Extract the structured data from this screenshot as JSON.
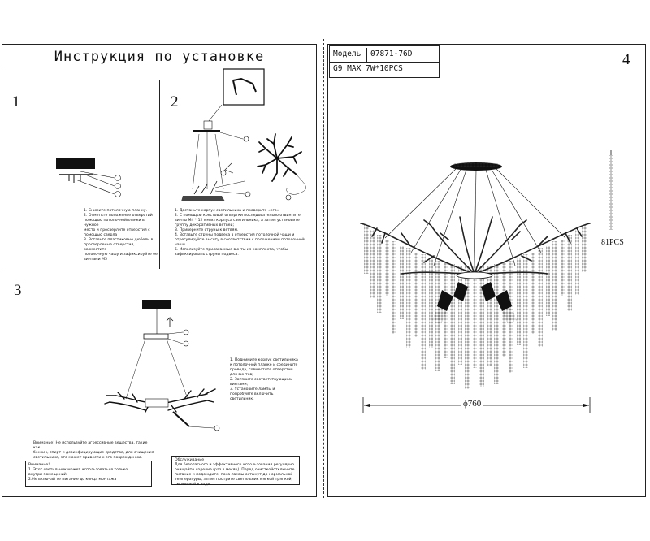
{
  "left": {
    "title": "Инструкция по установке",
    "steps": {
      "s1": {
        "number": "1",
        "lines": [
          "1. Снимите потолочную планку.",
          "2. Отметьте положение отверстий",
          "помощью потолочнойпланки в нужное",
          "место и просверлите отверстия с",
          "помощью сверла",
          "3. Вставьте пластиковые дюбели в",
          "просверленые отверстия, разместите",
          "потолочную чашу и зафиксируйте ее",
          "винтами M5"
        ]
      },
      "s2": {
        "number": "2",
        "lines": [
          "1. Достаньте корпус светильника и проверьте «его»",
          "2. С помощью крестовой отвертки последовательно отвинтите",
          "винты M4 * 12 мм из корпуса светильника, а затем установите",
          "группу декоративных ветвей;",
          "3. Приверните струны к ветвям.",
          "4. Вставьте струны подвеса в отверстия потолочной чаши и",
          "отрегулируйте высоту в соответствии с положением потолочной",
          "чаши.",
          "5. Используйте прилагаемые винты из комплекта, чтобы",
          "зафиксировать струны подвеса."
        ]
      },
      "s3": {
        "number": "3",
        "lines": [
          "1. Поднимите корпус светильника",
          "к потолочной планке и соедините",
          "провода, совместите отверстия",
          "для винтов;",
          "2. Затяните соответствующими",
          "винтами;",
          "3. Установите лампы и",
          "попробуйте включить",
          "светильник."
        ],
        "warning_lines": [
          "Внимание! Не используйте агрессивные вещества, такие как",
          "бензин, спирт и дезинфицирующие средства, для очищения",
          "светильника, это может привести к его повреждению."
        ],
        "attention": {
          "title": "Внимание!",
          "lines": [
            "1. Этот светильник может использоваться только",
            "внутри помещений.",
            "2.Не включай те питание до конца монтажа"
          ]
        },
        "service": {
          "title": "Обслуживание",
          "lines": [
            "Для безопасного и эффективного использования регулярно",
            "очищайте изделие (раз в месяц). Перед очисткойотключите",
            "питание и подождите, пока лампы остынут до нормальной",
            "температуры, затем протрите светильник мягкой тряпкой,",
            "смоченной в воде."
          ]
        }
      }
    }
  },
  "right": {
    "page_number": "4",
    "model_label": "Модель",
    "model_value": "07871-76D",
    "spec": "G9  MAX 7W*10PCS",
    "pcs": "81PCS",
    "dimension": "ϕ760"
  }
}
